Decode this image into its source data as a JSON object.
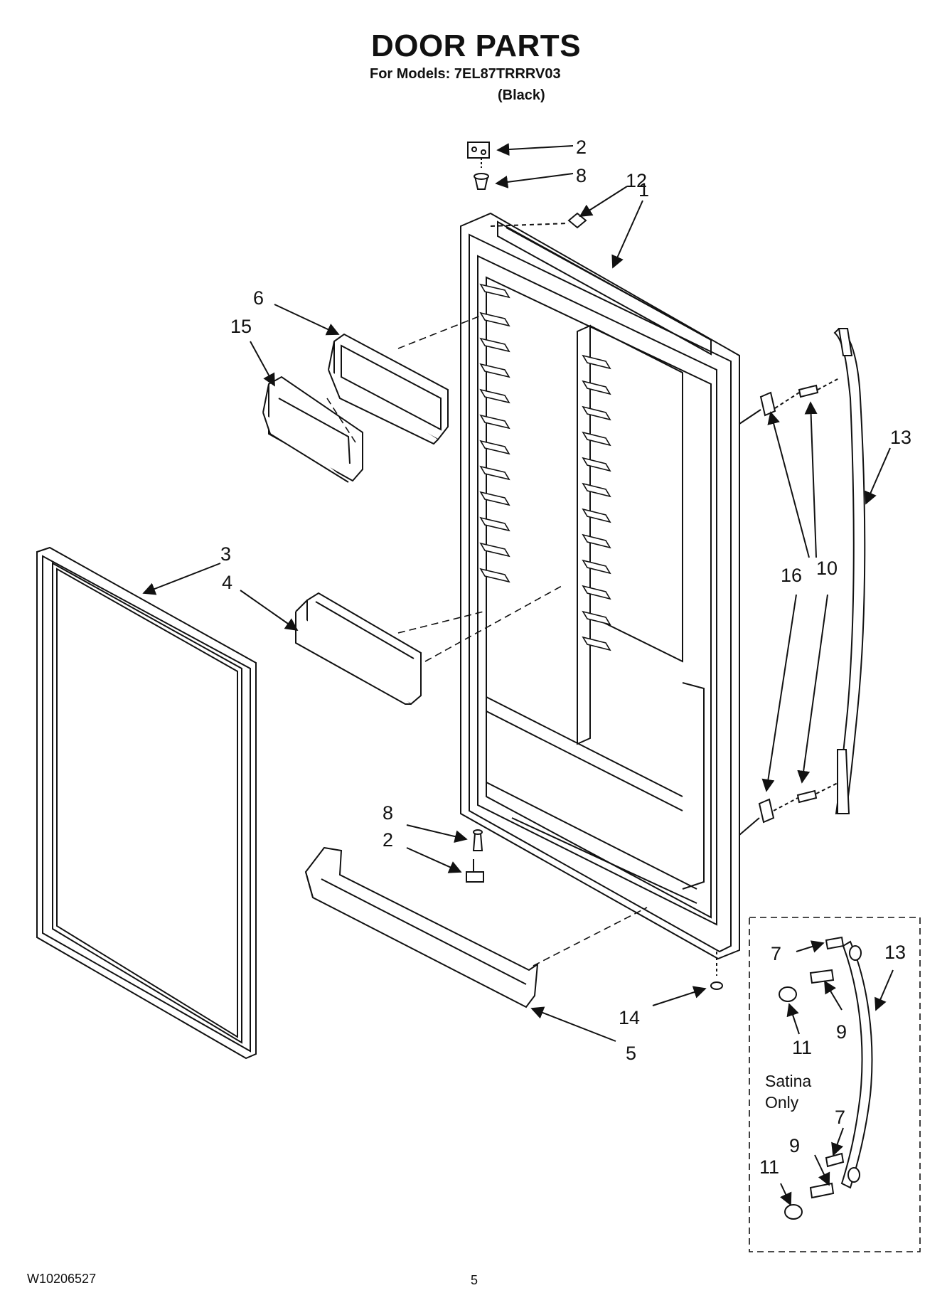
{
  "header": {
    "title": "DOOR PARTS",
    "subtitle": "For Models: 7EL87TRRRV03",
    "variant": "(Black)"
  },
  "footer": {
    "doc_number": "W10206527",
    "page": "5"
  },
  "callouts": {
    "c2_top": "2",
    "c8_top": "8",
    "c12": "12",
    "c1": "1",
    "c6": "6",
    "c15": "15",
    "c13_main": "13",
    "c3": "3",
    "c4": "4",
    "c16": "16",
    "c10": "10",
    "c8_bottom": "8",
    "c2_bottom": "2",
    "c7_a": "7",
    "c13_inset": "13",
    "c14": "14",
    "c9_a": "9",
    "c11_a": "11",
    "c5": "5",
    "c7_b": "7",
    "c9_b": "9",
    "c11_b": "11"
  },
  "inset": {
    "note": "Satina\nOnly"
  }
}
